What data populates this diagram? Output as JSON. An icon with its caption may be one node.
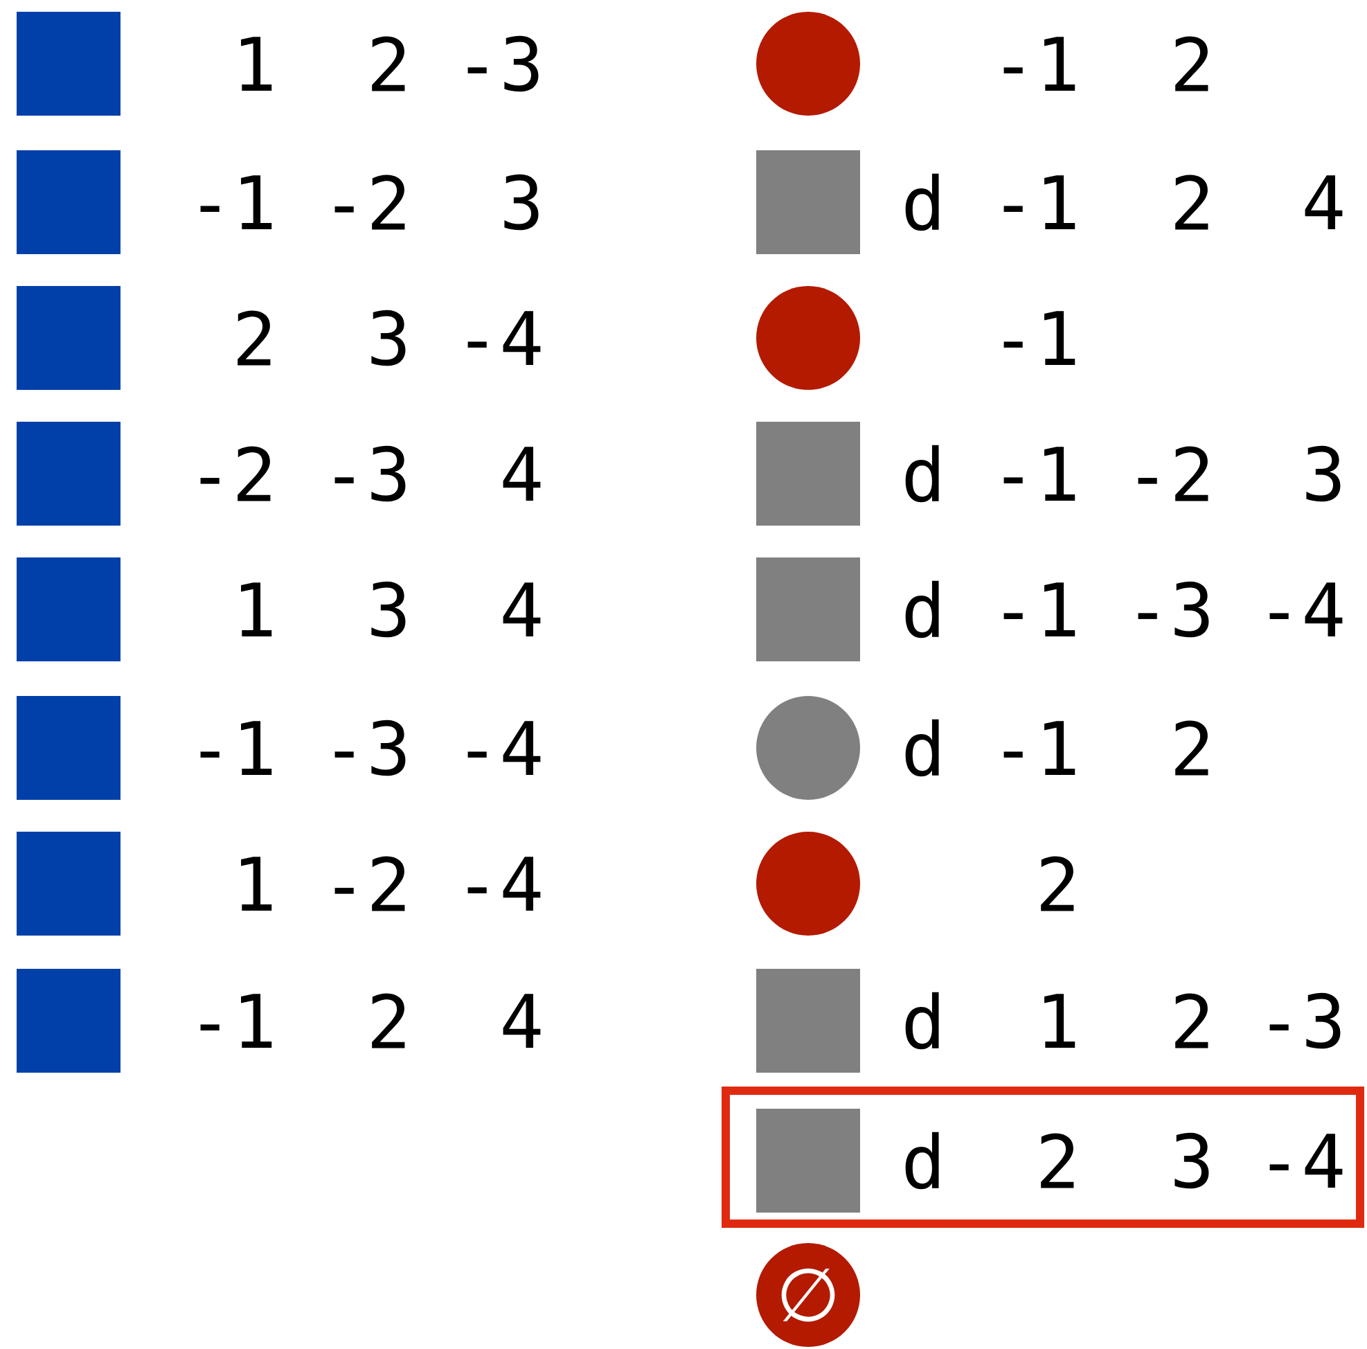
{
  "diagram": {
    "nodes": [
      {
        "text": [],
        "shape": "box",
        "beside": [
          "1",
          "2",
          "-3"
        ]
      },
      {
        "text": [],
        "shape": "box",
        "beside": [
          "-1",
          "-2",
          "3"
        ]
      },
      {
        "text": [],
        "shape": "box",
        "beside": [
          "2",
          "3",
          "-4"
        ]
      },
      {
        "text": [],
        "shape": "box",
        "beside": [
          "-2",
          "-3",
          "4"
        ]
      },
      {
        "text": [],
        "shape": "box",
        "beside": [
          "1",
          "3",
          "4"
        ]
      },
      {
        "text": [],
        "shape": "box",
        "beside": [
          "-1",
          "-3",
          "-4"
        ]
      },
      {
        "text": [],
        "shape": "box",
        "beside": [
          "1",
          "-2",
          "-4"
        ]
      },
      {
        "text": [],
        "shape": "box",
        "beside": [
          "-1",
          "2",
          "4"
        ]
      },
      {
        "text": [],
        "shape": "circle",
        "beside": [
          "-1",
          "2"
        ]
      },
      {
        "text": [],
        "shape": "box",
        "beside": [
          "d",
          "-1",
          "2",
          "4"
        ]
      },
      {
        "text": [],
        "shape": "circle",
        "beside": [
          "-1"
        ]
      },
      {
        "text": [],
        "shape": "box",
        "beside": [
          "d",
          "-1",
          "-2",
          "3"
        ]
      },
      {
        "text": [],
        "shape": "box",
        "beside": [
          "d",
          "-1",
          "-3",
          "-4"
        ]
      },
      {
        "text": [],
        "shape": "circle",
        "beside": [
          "d",
          "-1",
          "2"
        ]
      },
      {
        "text": [],
        "shape": "circle",
        "beside": [
          "2"
        ]
      },
      {
        "text": [],
        "shape": "box",
        "beside": [
          "d",
          "1",
          "2",
          "-3"
        ]
      },
      {
        "text": [],
        "shape": "box"
      },
      {
        "text": [],
        "shape": "box",
        "in": 16,
        "beside": [
          "d",
          "2",
          "3",
          "-4"
        ]
      },
      {
        "text": [
          "∅"
        ]
      }
    ]
  }
}
